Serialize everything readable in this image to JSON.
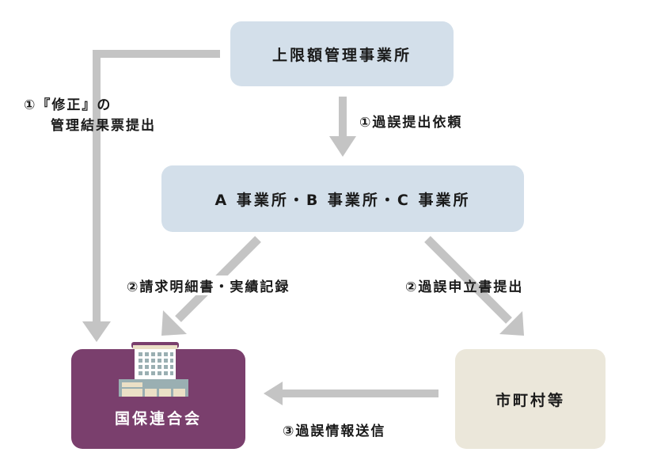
{
  "nodes": {
    "cap_manager": "上限額管理事業所",
    "offices": "A 事業所・B 事業所・C 事業所",
    "municipality": "市町村等",
    "kokuhoren": "国保連合会"
  },
  "edges": {
    "corrected_result_line1": "①『修正』の",
    "corrected_result_line2": "管理結果票提出",
    "error_request": "①過誤提出依頼",
    "billing_records": "②請求明細書・実績記録",
    "error_application": "②過誤申立書提出",
    "error_info_send": "③過誤情報送信"
  },
  "colors": {
    "office_box": "#d3dfea",
    "municipality_box": "#ebe7da",
    "kokuhoren_box": "#7a3f6d",
    "arrow": "#c4c4c4"
  }
}
